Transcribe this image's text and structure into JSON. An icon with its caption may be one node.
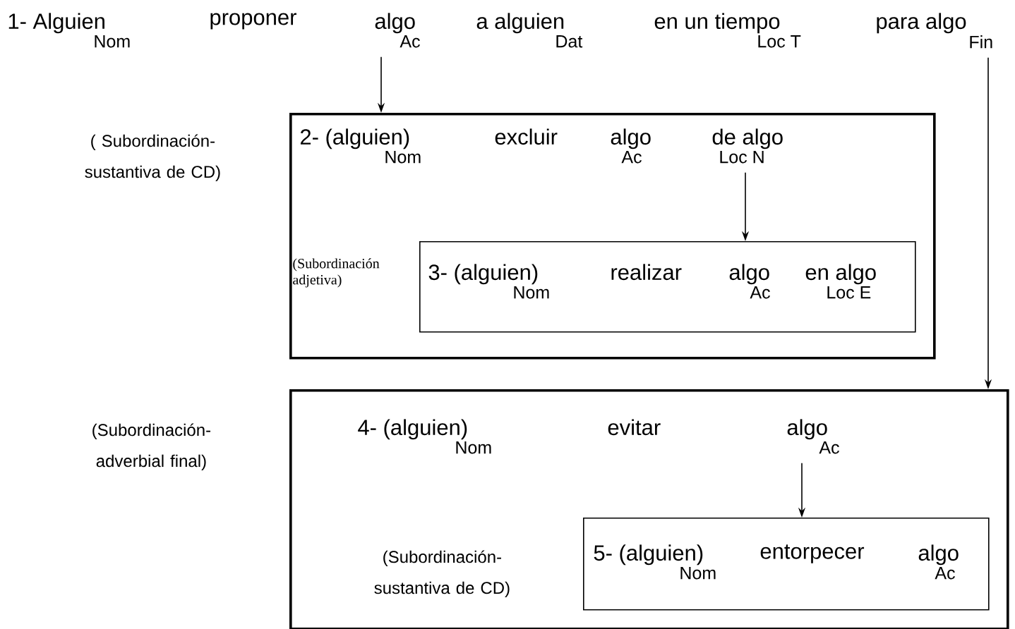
{
  "diagram": {
    "nodes": [
      {
        "text": [
          "1- Alguien",
          "Nom"
        ]
      },
      {
        "text": [
          "proponer"
        ]
      },
      {
        "text": [
          "algo",
          "Ac"
        ]
      },
      {
        "text": [
          "a alguien",
          "Dat"
        ]
      },
      {
        "text": [
          "en un tiempo",
          "Loc T"
        ]
      },
      {
        "text": [
          "para algo",
          "Fin"
        ]
      },
      {
        "text": [],
        "shape": "box"
      },
      {
        "text": [
          "2- (alguien)",
          "Nom"
        ],
        "in": 6
      },
      {
        "text": [
          "excluir"
        ],
        "in": 6
      },
      {
        "text": [
          "algo",
          "Ac"
        ],
        "in": 6
      },
      {
        "text": [
          "de algo",
          "Loc N"
        ],
        "in": 6
      },
      {
        "text": [],
        "shape": "box",
        "in": 6
      },
      {
        "text": [
          "3- (alguien)",
          "Nom"
        ],
        "in": 11
      },
      {
        "text": [
          "realizar"
        ],
        "in": 11
      },
      {
        "text": [
          "algo",
          "Ac"
        ],
        "in": 11
      },
      {
        "text": [
          "en algo",
          "Loc E"
        ],
        "in": 11
      },
      {
        "text": [],
        "shape": "box"
      },
      {
        "text": [
          "4- (alguien)",
          "Nom"
        ],
        "in": 16
      },
      {
        "text": [
          "evitar"
        ],
        "in": 16
      },
      {
        "text": [
          "algo",
          "Ac"
        ],
        "in": 16
      },
      {
        "text": [],
        "shape": "box",
        "in": 16
      },
      {
        "text": [
          "5- (alguien)",
          "Nom"
        ],
        "in": 20
      },
      {
        "text": [
          "entorpecer"
        ],
        "in": 20
      },
      {
        "text": [
          "algo",
          "Ac"
        ],
        "in": 20
      }
    ],
    "edges": [
      {
        "from": 2,
        "to": 6,
        "arrow": "to"
      },
      {
        "from": 5,
        "to": 16,
        "arrow": "to"
      },
      {
        "from": 10,
        "to": 11,
        "arrow": "to"
      },
      {
        "from": 19,
        "to": 20,
        "arrow": "to"
      }
    ],
    "labels": [
      "( Subordinación- sustantiva de CD)",
      "(Subordinación adjetiva)",
      "(Subordinación- adverbial final)",
      "(Subordinación- sustantiva de CD)"
    ]
  }
}
